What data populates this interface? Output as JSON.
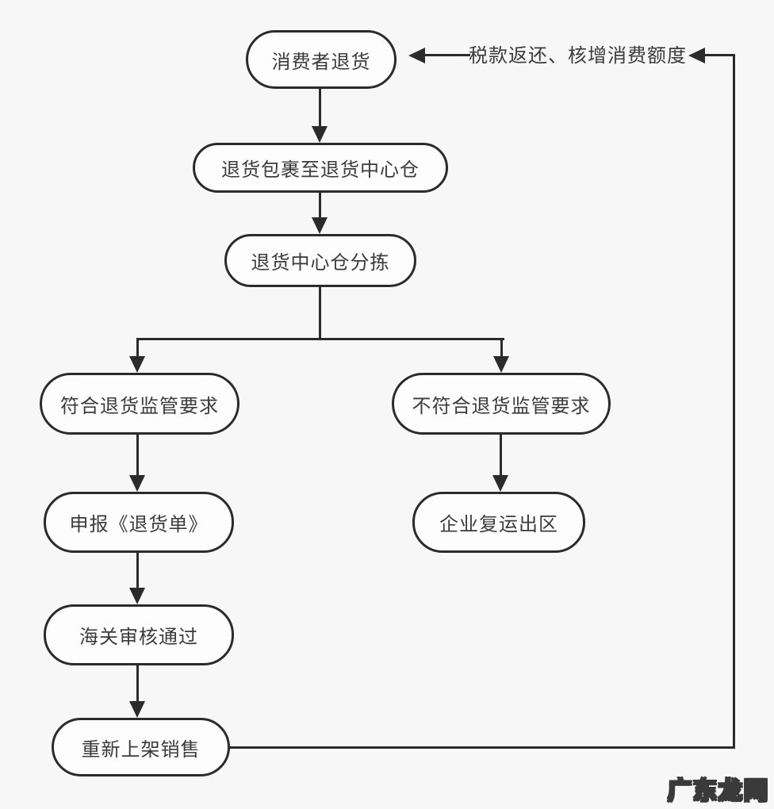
{
  "diagram": {
    "nodes": [
      {
        "id": "consumer-return",
        "label": "消费者退货"
      },
      {
        "id": "package-to-return-warehouse",
        "label": "退货包裹至退货中心仓"
      },
      {
        "id": "return-warehouse-sorting",
        "label": "退货中心仓分拣"
      },
      {
        "id": "meets-supervision-req",
        "label": "符合退货监管要求"
      },
      {
        "id": "not-meets-supervision-req",
        "label": "不符合退货监管要求"
      },
      {
        "id": "declare-return-form",
        "label": "申报《退货单》"
      },
      {
        "id": "enterprise-reship-out",
        "label": "企业复运出区"
      },
      {
        "id": "customs-review-passed",
        "label": "海关审核通过"
      },
      {
        "id": "relist-for-sale",
        "label": "重新上架销售"
      }
    ],
    "edges": [
      {
        "from": "consumer-return",
        "to": "package-to-return-warehouse"
      },
      {
        "from": "package-to-return-warehouse",
        "to": "return-warehouse-sorting"
      },
      {
        "from": "return-warehouse-sorting",
        "to": "meets-supervision-req"
      },
      {
        "from": "return-warehouse-sorting",
        "to": "not-meets-supervision-req"
      },
      {
        "from": "meets-supervision-req",
        "to": "declare-return-form"
      },
      {
        "from": "not-meets-supervision-req",
        "to": "enterprise-reship-out"
      },
      {
        "from": "declare-return-form",
        "to": "customs-review-passed"
      },
      {
        "from": "customs-review-passed",
        "to": "relist-for-sale"
      },
      {
        "from": "relist-for-sale",
        "to": "consumer-return",
        "label": "税款返还、核增消费额度"
      }
    ],
    "feedback_label": "税款返还、核增消费额度",
    "watermark": "广东龙网",
    "colors": {
      "line": "#2b2b2b",
      "node_fill": "#fdfdfd",
      "background": "#f7f7f7",
      "text": "#3b3b3b"
    }
  }
}
